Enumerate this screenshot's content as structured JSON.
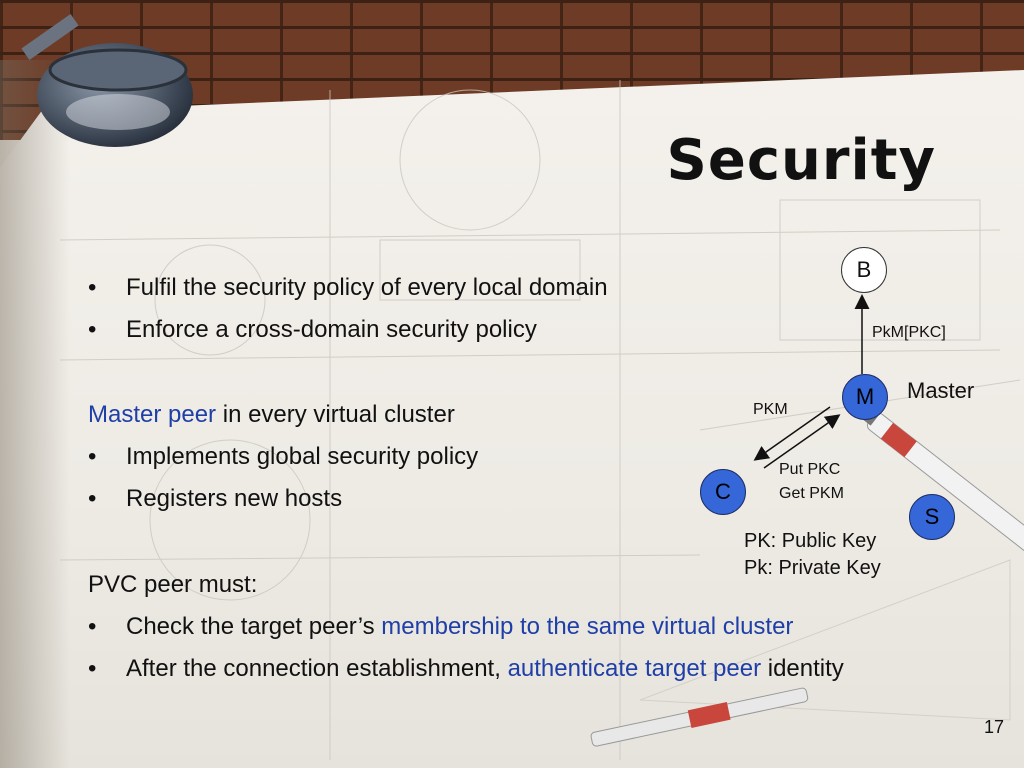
{
  "slide": {
    "title": "Security",
    "page_number": "17"
  },
  "content": {
    "bullets_top": [
      "Fulfil the security policy of every local domain",
      "Enforce a cross-domain security policy"
    ],
    "master": {
      "highlight": "Master peer",
      "rest": " in every virtual cluster",
      "bullets": [
        "Implements global security policy",
        "Registers new hosts"
      ]
    },
    "pvc": {
      "heading": "PVC peer must:",
      "bullet1_pre": "Check the target peer’s ",
      "bullet1_highlight": "membership to the same virtual cluster",
      "bullet2_pre": "After the connection establishment, ",
      "bullet2_highlight": "authenticate target peer",
      "bullet2_post": " identity"
    },
    "bullet_glyph": "•"
  },
  "diagram": {
    "nodes": {
      "b": "B",
      "m": "M",
      "c": "C",
      "s": "S"
    },
    "labels": {
      "pkm_pkc": "PkM[PKC]",
      "master": "Master",
      "pkm": "PKM",
      "put_pkc": "Put PKC",
      "get_pkm": "Get PKM"
    },
    "legend": [
      "PK: Public Key",
      "Pk: Private Key"
    ]
  },
  "colors": {
    "accent_text": "#1f3fa8",
    "node_blue": "#3567d8"
  }
}
